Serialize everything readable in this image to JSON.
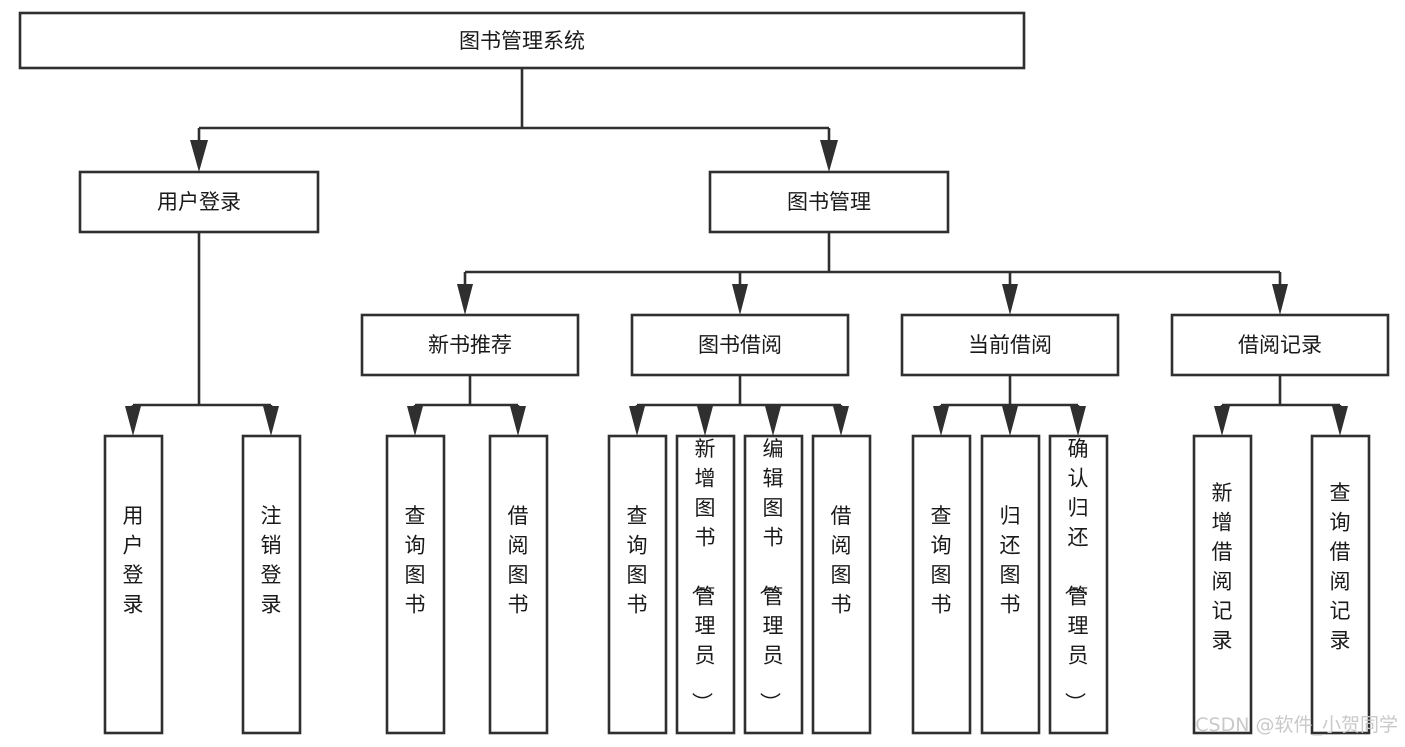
{
  "diagram": {
    "title": "图书管理系统",
    "type": "tree-hierarchy-chart",
    "orientation": "top-down",
    "colors": {
      "box_fill": "#ffffff",
      "box_stroke": "#2f2f2f",
      "connector": "#2f2f2f",
      "text": "#1a1a1a",
      "watermark": "#c9c9c9",
      "background": "#ffffff"
    },
    "root": {
      "label": "图书管理系统"
    },
    "level2": [
      {
        "label": "用户登录"
      },
      {
        "label": "图书管理"
      }
    ],
    "level3": [
      {
        "label": "新书推荐"
      },
      {
        "label": "图书借阅"
      },
      {
        "label": "当前借阅"
      },
      {
        "label": "借阅记录"
      }
    ],
    "leaves": {
      "user_login": [
        {
          "label": "用户登录"
        },
        {
          "label": "注销登录"
        }
      ],
      "new_book_recommend": [
        {
          "label": "查询图书"
        },
        {
          "label": "借阅图书"
        }
      ],
      "book_borrow": [
        {
          "label": "查询图书"
        },
        {
          "label": "新增图书（管理员）"
        },
        {
          "label": "编辑图书（管理员）"
        },
        {
          "label": "借阅图书"
        }
      ],
      "current_borrow": [
        {
          "label": "查询图书"
        },
        {
          "label": "归还图书"
        },
        {
          "label": "确认归还（管理员）"
        }
      ],
      "borrow_record": [
        {
          "label": "新增借阅记录"
        },
        {
          "label": "查询借阅记录"
        }
      ]
    }
  },
  "watermark": {
    "text": "CSDN @软件_小贺同学"
  }
}
